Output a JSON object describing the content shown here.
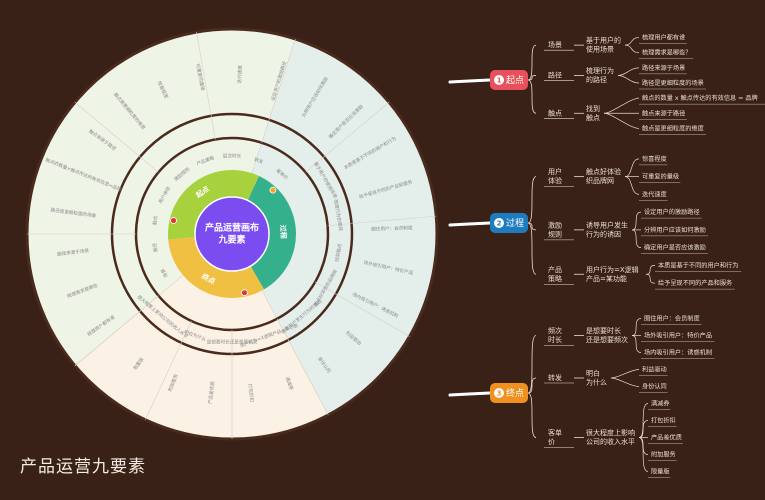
{
  "title": "产品运营九要素",
  "center": {
    "line1": "产品运营画布",
    "line2": "九要素"
  },
  "segments": [
    {
      "label": "起点",
      "color": "#a8d23d",
      "dot": "#e8323c"
    },
    {
      "label": "过程",
      "color": "#35b08c",
      "dot": "#f5a623"
    },
    {
      "label": "终点",
      "color": "#f0c042",
      "dot": "#e8323c"
    }
  ],
  "ring_labels": [
    "场景",
    "路径",
    "触点",
    "用户体验",
    "激励规则",
    "产品策略",
    "层次时长",
    "转发",
    "客单价",
    "基于用户的使用场景",
    "梳理行为的路径",
    "找到触点",
    "触点好体验织品牌网",
    "诱导用户发生行为的诱因",
    "用户行为=X逻辑产品=某功能",
    "是想要时长还是想要频次",
    "明白为什么",
    "很大程度上影响公司的收入水平"
  ],
  "outer_labels": [
    "梳理用户都有谁",
    "梳理需求是哪些",
    "路径来源于场景",
    "路径是更细粒度的场景",
    "触点的数量×触点传达的有效信息=品牌",
    "触点来源于路径",
    "触点是更细粒度的维度",
    "惊喜程度",
    "可重复的量级",
    "迭代速度",
    "设定用户的激励路径",
    "分辨用户应该如何激励",
    "确定用户是否应该激励",
    "本质是基于不同的用户和行为",
    "给予呈现不同的产品和服务",
    "圈住用户：会员制度",
    "场外吸引用户：特价产品",
    "场内吸引用户：诱惑机制",
    "利益驱动",
    "身份认同",
    "满减券",
    "打包折扣",
    "产品差优质",
    "附加服务",
    "限量版"
  ],
  "branches": [
    {
      "label": "起点",
      "index": "1",
      "color": "#e8505b",
      "children": [
        {
          "label": [
            "场景"
          ],
          "mid": [
            "基于用户的",
            "使用场景"
          ],
          "leaves": [
            "梳理用户都有谁",
            "梳理需求是哪些？"
          ]
        },
        {
          "label": [
            "路径"
          ],
          "mid": [
            "梳理行为",
            "的路径"
          ],
          "leaves": [
            "路径来源于场景",
            "路径是更细粒度的场景"
          ]
        },
        {
          "label": [
            "触点"
          ],
          "mid": [
            "找到",
            "触点"
          ],
          "leaves": [
            "触点的数量 x 触点传达的有效信息 = 品牌",
            "触点来源于路径",
            "触点是更细粒度的维度"
          ]
        }
      ]
    },
    {
      "label": "过程",
      "index": "2",
      "color": "#1e7bbf",
      "children": [
        {
          "label": [
            "用户",
            "体验"
          ],
          "mid": [
            "触点好体验",
            "织品牌网"
          ],
          "leaves": [
            "惊喜程度",
            "可重复的量级",
            "迭代速度"
          ]
        },
        {
          "label": [
            "激励",
            "规则"
          ],
          "mid": [
            "诱导用户发生",
            "行为的诱因"
          ],
          "leaves": [
            "设定用户的激励路径",
            "分辨用户应该如何激励",
            "确定用户是否应该激励"
          ]
        },
        {
          "label": [
            "产品",
            "策略"
          ],
          "mid": [
            "用户行为=X逻辑",
            "产品=某功能"
          ],
          "leaves": [
            "本质是基于不同的用户和行为",
            "给予呈现不同的产品和服务"
          ]
        }
      ]
    },
    {
      "label": "终点",
      "index": "3",
      "color": "#f0901e",
      "children": [
        {
          "label": [
            "频次",
            "时长"
          ],
          "mid": [
            "是想要时长",
            "还是想要频次"
          ],
          "leaves": [
            "圈住用户：会员制度",
            "场外吸引用户：特价产品",
            "场内吸引用户：诱惑机制"
          ]
        },
        {
          "label": [
            "转发"
          ],
          "mid": [
            "明白",
            "为什么"
          ],
          "leaves": [
            "利益驱动",
            "身份认同"
          ]
        },
        {
          "label": [
            "客单",
            "价"
          ],
          "mid": [
            "很大程度上影响",
            "公司的收入水平"
          ],
          "leaves": [
            "满减券",
            "打包折扣",
            "产品差优质",
            "附加服务",
            "限量版"
          ]
        }
      ]
    }
  ]
}
